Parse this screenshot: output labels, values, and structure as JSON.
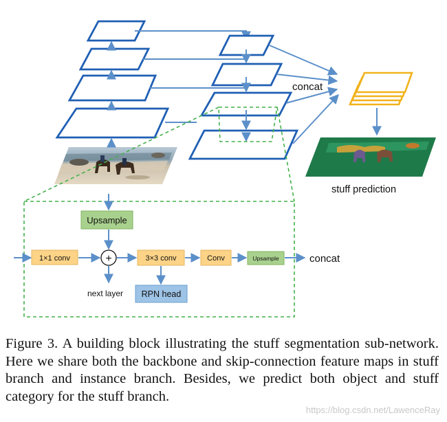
{
  "figure": {
    "labels": {
      "concat_top": "concat",
      "stuff_prediction": "stuff prediction",
      "upsample_top": "Upsample",
      "conv1x1": "1×1 conv",
      "plus": "+",
      "conv3x3": "3×3 conv",
      "conv": "Conv",
      "upsample_small": "Upsample",
      "concat_bottom": "concat",
      "next_layer": "next layer",
      "rpn_head": "RPN head"
    },
    "colors": {
      "arrow_blue": "#5b8fc9",
      "feature_map_blue": "#1f5fb4",
      "dashed_green": "#44b04a",
      "orange_box": "#fcd387",
      "green_box": "#a9d18e",
      "blue_box": "#9dc3e6",
      "stack_yellow": "#f2b21b",
      "segmentation_green": "#1f7a4a"
    }
  },
  "caption": {
    "text": "Figure 3. A building block illustrating the stuff segmentation sub-network. Here we share both the backbone and skip-connection feature maps in stuff branch and instance branch. Besides, we predict both object and stuff category for the stuff branch."
  },
  "watermark": "https://blog.csdn.net/LawenceRay"
}
